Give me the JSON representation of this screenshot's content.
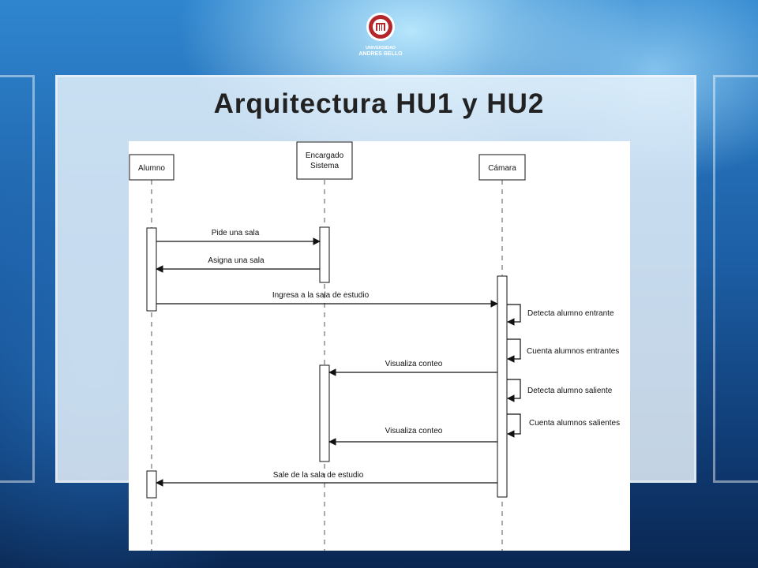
{
  "slide": {
    "title": "Arquitectura HU1 y HU2",
    "logo": {
      "line1": "UNIVERSIDAD",
      "line2": "ANDRES BELLO"
    }
  },
  "colors": {
    "accent_red": "#b3262b",
    "title": "#222222",
    "background": "#1d5fa6"
  },
  "diagram": {
    "participants": [
      {
        "id": "alumno",
        "lines": [
          "Alumno"
        ]
      },
      {
        "id": "encargado",
        "lines": [
          "Encargado",
          "Sistema"
        ]
      },
      {
        "id": "camara",
        "lines": [
          "Cámara"
        ]
      }
    ],
    "messages": [
      {
        "from": "alumno",
        "to": "encargado",
        "label": "Pide una sala"
      },
      {
        "from": "encargado",
        "to": "alumno",
        "label": "Asigna una sala"
      },
      {
        "from": "alumno",
        "to": "camara",
        "label": "Ingresa a la sala de estudio"
      },
      {
        "from": "camara",
        "to": "camara",
        "label": "Detecta alumno entrante"
      },
      {
        "from": "camara",
        "to": "camara",
        "label": "Cuenta alumnos entrantes"
      },
      {
        "from": "camara",
        "to": "encargado",
        "label": "Visualiza conteo"
      },
      {
        "from": "camara",
        "to": "camara",
        "label": "Detecta alumno saliente"
      },
      {
        "from": "camara",
        "to": "camara",
        "label": "Cuenta alumnos salientes"
      },
      {
        "from": "camara",
        "to": "encargado",
        "label": "Visualiza conteo"
      },
      {
        "from": "camara",
        "to": "alumno",
        "label": "Sale de la sala de estudio"
      }
    ]
  }
}
